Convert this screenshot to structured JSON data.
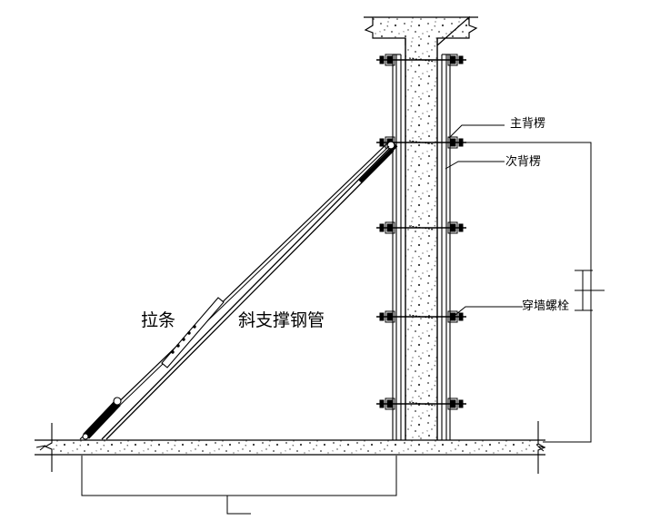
{
  "labels": {
    "main_waler": "主背楞",
    "secondary_waler": "次背楞",
    "wall_bolt": "穿墙螺栓",
    "tie_rod": "拉条",
    "diagonal_brace": "斜支撑钢管"
  },
  "colors": {
    "line": "#000000",
    "concrete_speckle": "#333333",
    "background": "#ffffff"
  }
}
